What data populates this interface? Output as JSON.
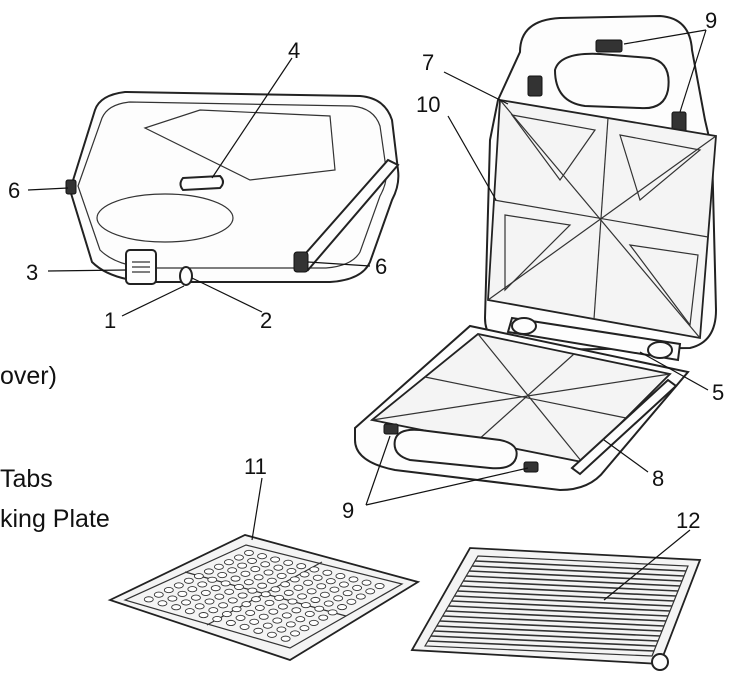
{
  "callouts": {
    "c1": "1",
    "c2": "2",
    "c3": "3",
    "c4": "4",
    "c5": "5",
    "c6a": "6",
    "c6b": "6",
    "c7": "7",
    "c8": "8",
    "c9a": "9",
    "c9b": "9",
    "c10": "10",
    "c11": "11",
    "c12": "12"
  },
  "side_text": {
    "line1": "over)",
    "line2": "Tabs",
    "line3": "king Plate"
  }
}
